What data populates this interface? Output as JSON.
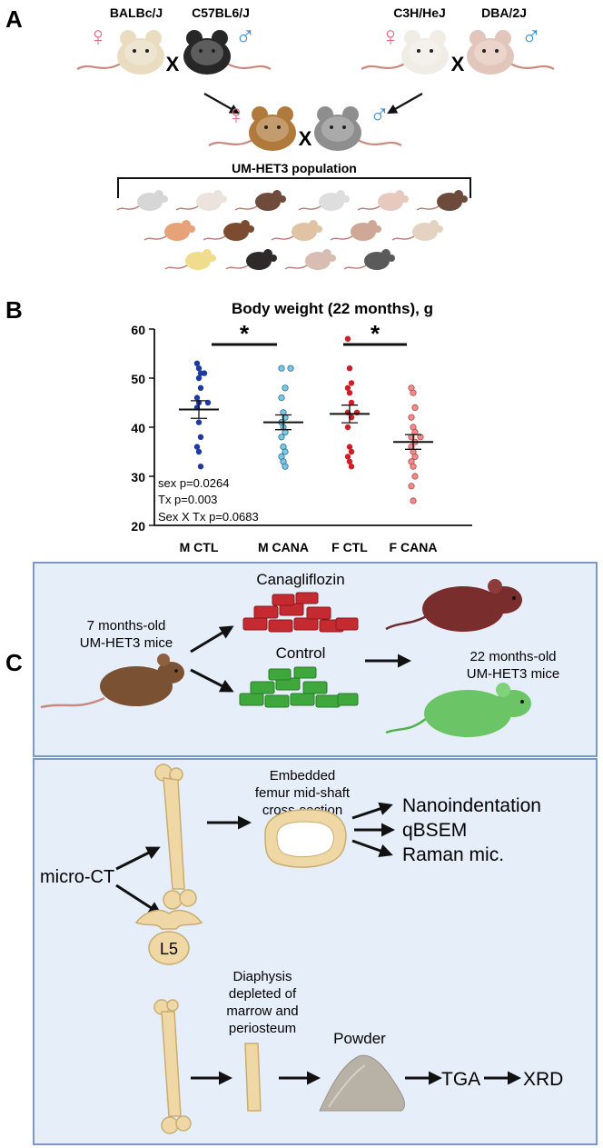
{
  "panels": {
    "a": "A",
    "b": "B",
    "c": "C"
  },
  "colors": {
    "male_ctl": "#1f3a9e",
    "male_cana": "#7cc6e6",
    "female_ctl": "#cc1f2a",
    "female_cana": "#ef8c8c",
    "panel_bg": "#e6eefa",
    "panel_border": "#7e98c4",
    "bone": "#efd8a5",
    "female_symbol": "#e06d86",
    "male_symbol": "#3a8fce"
  },
  "panel_a": {
    "strains": [
      "BALBc/J",
      "C57BL6/J",
      "C3H/HeJ",
      "DBA/2J"
    ],
    "cross_symbol": "X",
    "female_symbol": "♀",
    "male_symbol": "♂",
    "population_label": "UM-HET3 population"
  },
  "chart_data": {
    "type": "scatter",
    "title": "Body weight (22 months), g",
    "categories": [
      "M CTL",
      "M CANA",
      "F CTL",
      "F CANA"
    ],
    "ylim": [
      20,
      60
    ],
    "yticks": [
      20,
      30,
      40,
      50,
      60
    ],
    "series": [
      {
        "category": "M CTL",
        "values": [
          53,
          52,
          51,
          51,
          50,
          48,
          46,
          45,
          45,
          44,
          41,
          38,
          36,
          35,
          32
        ],
        "mean": 43.6,
        "sem_low": 41.8,
        "sem_high": 45.4
      },
      {
        "category": "M CANA",
        "values": [
          52,
          52,
          48,
          46,
          43,
          42,
          41,
          40,
          39,
          38,
          36,
          35,
          34,
          33,
          32
        ],
        "mean": 41.0,
        "sem_low": 39.5,
        "sem_high": 42.5
      },
      {
        "category": "F CTL",
        "values": [
          58,
          52,
          49,
          48,
          47,
          45,
          43,
          43,
          42,
          40,
          36,
          35,
          34,
          33,
          32
        ],
        "mean": 42.7,
        "sem_low": 40.9,
        "sem_high": 44.5
      },
      {
        "category": "F CANA",
        "values": [
          48,
          47,
          44,
          42,
          40,
          39,
          38,
          38,
          37,
          36,
          35,
          34,
          33,
          32,
          30,
          28,
          25
        ],
        "mean": 37.0,
        "sem_low": 35.5,
        "sem_high": 38.5
      }
    ],
    "significance": [
      {
        "between": [
          "M CTL",
          "M CANA"
        ],
        "label": "*"
      },
      {
        "between": [
          "F CTL",
          "F CANA"
        ],
        "label": "*"
      }
    ],
    "annotations": [
      "sex p=0.0264",
      "Tx p=0.003",
      "Sex X Tx p=0.0683"
    ]
  },
  "panel_c_top": {
    "start_label_line1": "7 months-old",
    "start_label_line2": "UM-HET3 mice",
    "treatment_label": "Canagliflozin",
    "control_label": "Control",
    "end_label_line1": "22 months-old",
    "end_label_line2": "UM-HET3 mice"
  },
  "panel_c_bottom": {
    "embedded_line1": "Embedded",
    "embedded_line2": "femur mid-shaft",
    "embedded_line3": "cross-section",
    "methods": [
      "Nanoindentation",
      "qBSEM",
      "Raman mic."
    ],
    "microct_label": "micro-CT",
    "vertebra_label": "L5",
    "diaphysis_line1": "Diaphysis",
    "diaphysis_line2": "depleted of",
    "diaphysis_line3": "marrow and",
    "diaphysis_line4": "periosteum",
    "powder_label": "Powder",
    "tga_label": "TGA",
    "xrd_label": "XRD"
  }
}
